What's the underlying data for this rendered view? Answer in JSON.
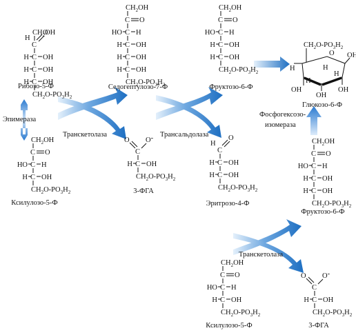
{
  "molecules": {
    "ribose5p": {
      "name": "Рибозо-5-Ф"
    },
    "sedoheptulose7p": {
      "name": "Седогептулозо-7-Ф"
    },
    "fructose6p_top": {
      "name": "Фруктозо-6-Ф"
    },
    "glucose6p": {
      "name": "Глюкозо-6-Ф"
    },
    "xylulose5p_left": {
      "name": "Ксилулозо-5-Ф"
    },
    "pga_mid": {
      "name": "3-ФГА"
    },
    "erythrose4p": {
      "name": "Эритрозо-4-Ф"
    },
    "fructose6p_right": {
      "name": "Фруктозо-6-Ф"
    },
    "xylulose5p_bottom": {
      "name": "Ксилулозо-5-Ф"
    },
    "pga_bottom": {
      "name": "3-ФГА"
    }
  },
  "enzymes": {
    "epimerase": "Эпимераза",
    "transketolase_top": "Транскетолаза",
    "transaldolase": "Трансальдолаза",
    "isomerase_line1": "Фосфогексозо-",
    "isomerase_line2": "изомераза",
    "transketolase_bottom": "Транскетолаза"
  },
  "atoms": {
    "ch2oh": "CH",
    "ch2oh_tail": "OH",
    "h": "H",
    "ho": "HO",
    "oh": "OH",
    "o": "O",
    "ch2opo3h2": "CH",
    "opo3h2_tail": "O-PO",
    "sub2": "2",
    "sub3": "3",
    "minus": "-"
  },
  "colors": {
    "arrow_dark": "#1e6fc2",
    "arrow_light": "#cfe3f7",
    "ink": "#111111"
  }
}
